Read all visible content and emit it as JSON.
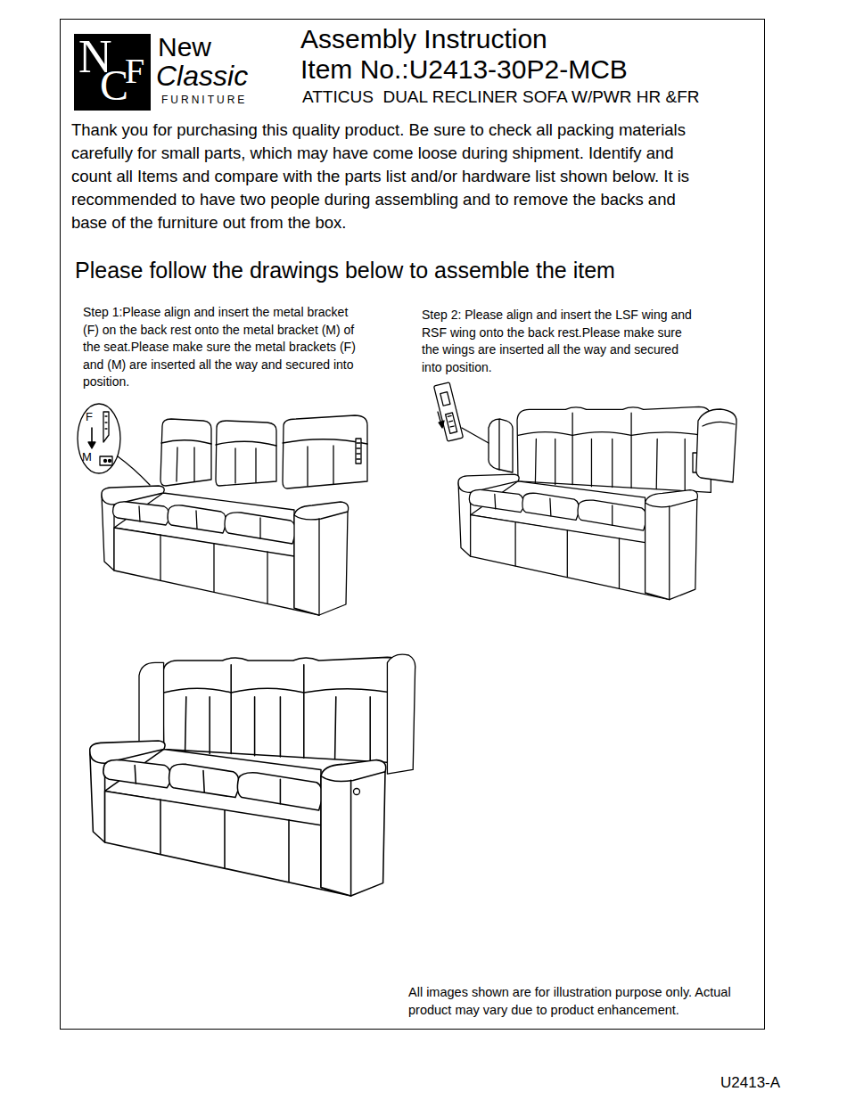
{
  "diagram": {
    "title": "Assembly Instruction",
    "labels": [
      "N",
      "C",
      "F",
      "New",
      "Classic",
      "FURNITURE",
      "Item No.:U2413-30P2-MCB",
      "ATTICUS  DUAL RECLINER SOFA W/PWR HR &FR",
      "Thank you for purchasing this quality product. Be sure to check all packing materials carefully for small parts, which may have come loose during shipment. Identify and count all Items and compare with the parts list and/or hardware list shown below. It is recommended to have two people during assembling and to remove the backs and base of the furniture out from the box.",
      "Please follow the drawings below to assemble the item",
      "Step 1:Please align and insert the metal bracket (F) on the back rest onto the metal bracket (M) of the seat.Please make sure the metal brackets (F) and (M) are inserted all the way and secured into position.",
      "Step 2: Please align and insert the LSF wing and RSF wing onto the back rest.Please make sure the wings are inserted all the way and secured into position.",
      "F",
      "M",
      "All images shown are for illustration purpose only. Actual product may vary due to product enhancement.",
      "U2413-A"
    ]
  }
}
